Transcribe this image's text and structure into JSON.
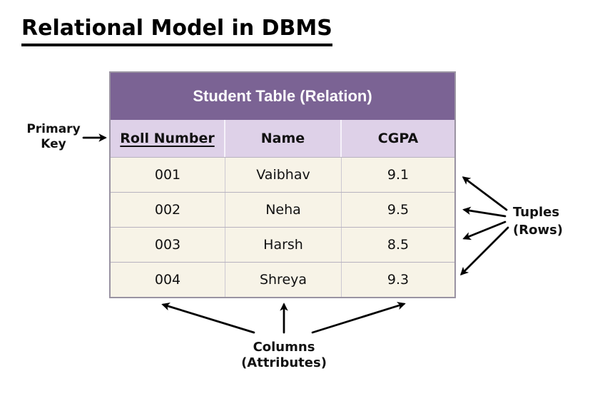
{
  "page_title": "Relational Model in DBMS",
  "table": {
    "title": "Student Table (Relation)",
    "columns": [
      "Roll Number",
      "Name",
      "CGPA"
    ],
    "rows": [
      [
        "001",
        "Vaibhav",
        "9.1"
      ],
      [
        "002",
        "Neha",
        "9.5"
      ],
      [
        "003",
        "Harsh",
        "8.5"
      ],
      [
        "004",
        "Shreya",
        "9.3"
      ]
    ],
    "primary_key_column": "Roll Number"
  },
  "annotations": {
    "primary_key": {
      "lines": [
        "Primary",
        "Key"
      ]
    },
    "tuples": {
      "lines": [
        "Tuples",
        "(Rows)"
      ]
    },
    "columns": {
      "lines": [
        "Columns",
        "(Attributes)"
      ]
    }
  },
  "colors": {
    "header_purple": "#7b6394",
    "header_text": "#ffffff",
    "subheader_purple": "#ded1e8",
    "row_cream": "#f7f3e7",
    "outer_border": "#9a93a2",
    "row_line": "#b7b2bf",
    "cell_line": "#ccc8d2",
    "ink": "#111111"
  }
}
